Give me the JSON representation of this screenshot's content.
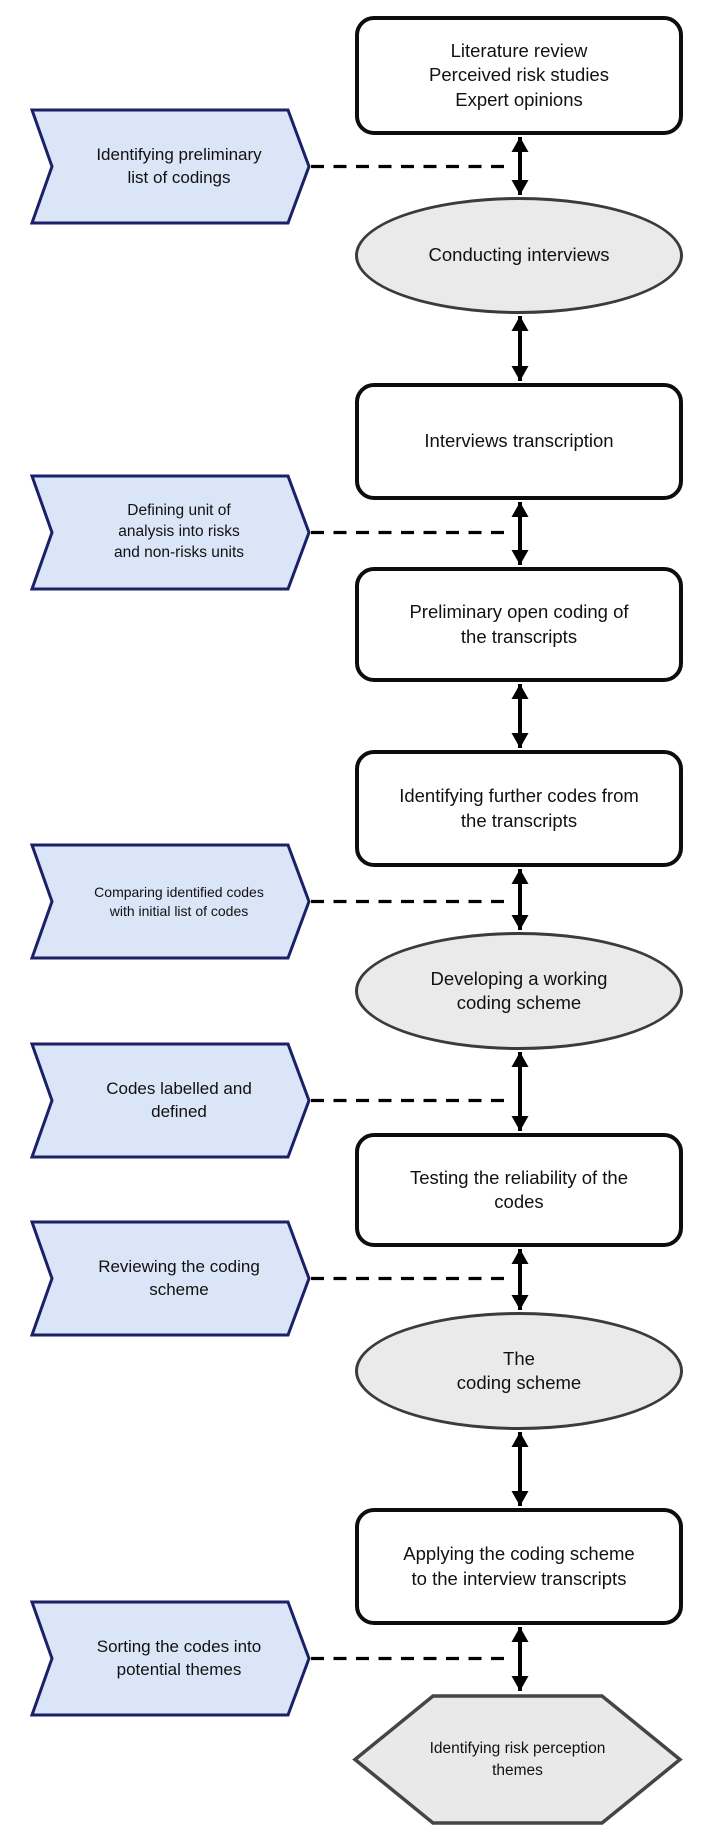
{
  "diagram": {
    "title": "Coding scheme development flowchart",
    "colors": {
      "background": "#ffffff",
      "process_fill": "#ffffff",
      "process_border": "#0d0d0d",
      "stage_fill": "#eaeaea",
      "stage_border": "#3b3b3b",
      "banner_fill": "#dbe5f8",
      "banner_border": "#1a2166",
      "hexagon_fill": "#e9e9e9",
      "hexagon_border": "#454545",
      "connector": "#000000",
      "text": "#111111"
    },
    "nodes": [
      {
        "id": "sources",
        "shape": "rounded-rect",
        "label": "Literature review\nPerceived risk studies\nExpert opinions"
      },
      {
        "id": "conducting-interviews",
        "shape": "ellipse",
        "label": "Conducting interviews"
      },
      {
        "id": "interviews-transcription",
        "shape": "rounded-rect",
        "label": "Interviews transcription"
      },
      {
        "id": "preliminary-open-coding",
        "shape": "rounded-rect",
        "label": "Preliminary open coding of\nthe transcripts"
      },
      {
        "id": "identifying-further-codes",
        "shape": "rounded-rect",
        "label": "Identifying further codes from\nthe transcripts"
      },
      {
        "id": "developing-working-coding-scheme",
        "shape": "ellipse",
        "label": "Developing a working\ncoding scheme"
      },
      {
        "id": "testing-reliability",
        "shape": "rounded-rect",
        "label": "Testing the reliability of the\ncodes"
      },
      {
        "id": "the-coding-scheme",
        "shape": "ellipse",
        "label": "The\ncoding scheme"
      },
      {
        "id": "applying-coding-scheme",
        "shape": "rounded-rect",
        "label": "Applying the coding scheme\nto the interview transcripts"
      },
      {
        "id": "identifying-risk-perception-themes",
        "shape": "hexagon",
        "label": "Identifying risk perception\nthemes"
      }
    ],
    "banners": [
      {
        "id": "identifying-preliminary-list",
        "label": "Identifying preliminary\nlist of codings"
      },
      {
        "id": "defining-unit-of-analysis",
        "label": "Defining unit of\nanalysis into risks\nand non-risks units"
      },
      {
        "id": "comparing-identified-codes",
        "label": "Comparing identified codes\nwith initial list of codes"
      },
      {
        "id": "codes-labelled-defined",
        "label": "Codes labelled and\ndefined"
      },
      {
        "id": "reviewing-coding-scheme",
        "label": "Reviewing the coding\nscheme"
      },
      {
        "id": "sorting-codes-into-themes",
        "label": "Sorting the codes into\npotential themes"
      }
    ]
  }
}
